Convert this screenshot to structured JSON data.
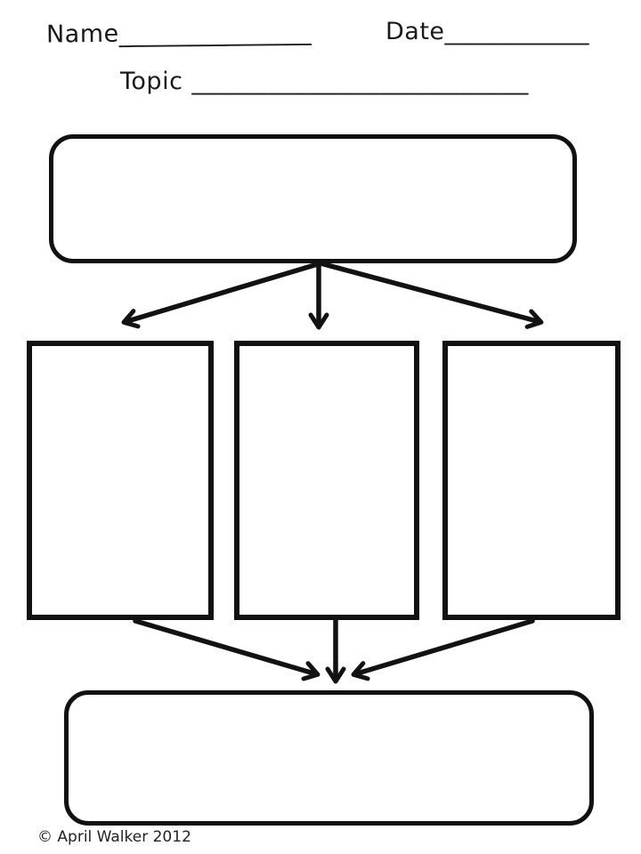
{
  "page": {
    "background_color": "#ffffff",
    "ink_color": "#121212"
  },
  "header": {
    "name_label": "Name",
    "name_blank": "________________",
    "date_label": "Date",
    "date_blank": "____________",
    "topic_label": "Topic",
    "topic_blank": "____________________________"
  },
  "organizer": {
    "top_box": {
      "value": ""
    },
    "column_boxes": [
      {
        "value": ""
      },
      {
        "value": ""
      },
      {
        "value": ""
      }
    ],
    "bottom_box": {
      "value": ""
    }
  },
  "footer": {
    "copyright": "© April Walker 2012"
  }
}
